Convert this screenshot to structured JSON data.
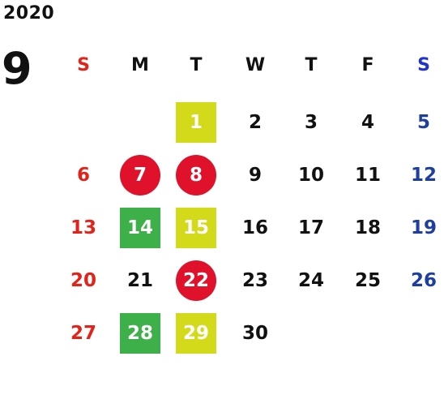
{
  "year": "2020",
  "month": "9",
  "colors": {
    "sunday": "#e2231a",
    "saturday": "#1e3fa0",
    "weekday": "#111111",
    "holiday_red": "#e0112b",
    "green": "#3db049",
    "yellow_green": "#d3da1a",
    "white": "#ffffff"
  },
  "weekdays": [
    {
      "label": "S",
      "color": "#e2231a"
    },
    {
      "label": "M",
      "color": "#111111"
    },
    {
      "label": "T",
      "color": "#111111"
    },
    {
      "label": "W",
      "color": "#111111"
    },
    {
      "label": "T",
      "color": "#111111"
    },
    {
      "label": "F",
      "color": "#111111"
    },
    {
      "label": "S",
      "color": "#2233cc"
    }
  ],
  "weeks": [
    [
      null,
      null,
      {
        "d": "1",
        "marker": "square",
        "bg": "#d3da1a"
      },
      {
        "d": "2"
      },
      {
        "d": "3"
      },
      {
        "d": "4"
      },
      {
        "d": "5",
        "color": "#1e3fa0"
      }
    ],
    [
      {
        "d": "6",
        "color": "#e2231a"
      },
      {
        "d": "7",
        "marker": "circle",
        "bg": "#e0112b"
      },
      {
        "d": "8",
        "marker": "circle",
        "bg": "#e0112b"
      },
      {
        "d": "9"
      },
      {
        "d": "10"
      },
      {
        "d": "11"
      },
      {
        "d": "12",
        "color": "#1e3fa0"
      }
    ],
    [
      {
        "d": "13",
        "color": "#e2231a"
      },
      {
        "d": "14",
        "marker": "square",
        "bg": "#3db049"
      },
      {
        "d": "15",
        "marker": "square",
        "bg": "#d3da1a"
      },
      {
        "d": "16"
      },
      {
        "d": "17"
      },
      {
        "d": "18"
      },
      {
        "d": "19",
        "color": "#1e3fa0"
      }
    ],
    [
      {
        "d": "20",
        "color": "#e2231a"
      },
      {
        "d": "21"
      },
      {
        "d": "22",
        "marker": "circle",
        "bg": "#e0112b"
      },
      {
        "d": "23"
      },
      {
        "d": "24"
      },
      {
        "d": "25"
      },
      {
        "d": "26",
        "color": "#1e3fa0"
      }
    ],
    [
      {
        "d": "27",
        "color": "#e2231a"
      },
      {
        "d": "28",
        "marker": "square",
        "bg": "#3db049"
      },
      {
        "d": "29",
        "marker": "square",
        "bg": "#d3da1a"
      },
      {
        "d": "30"
      },
      null,
      null,
      null
    ]
  ]
}
